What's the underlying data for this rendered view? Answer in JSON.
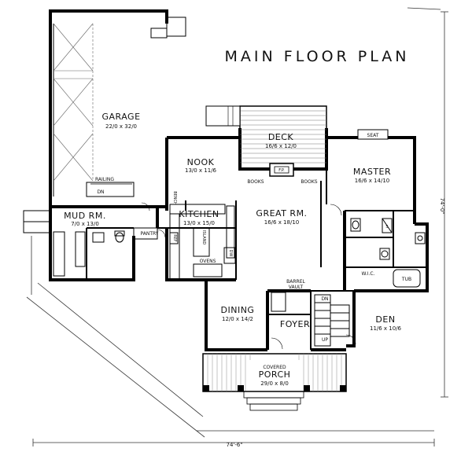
{
  "title": "MAIN FLOOR PLAN",
  "rooms": {
    "garage": {
      "name": "GARAGE",
      "dims": "22/0 x 32/0"
    },
    "deck": {
      "name": "DECK",
      "dims": "16/6 x 12/0"
    },
    "nook": {
      "name": "NOOK",
      "dims": "13/0 x 11/6"
    },
    "master": {
      "name": "MASTER",
      "dims": "16/6 x 14/10"
    },
    "mud": {
      "name": "MUD RM.",
      "dims": "7/0 x 13/0"
    },
    "kitchen": {
      "name": "KITCHEN",
      "dims": "13/0 x 15/0"
    },
    "great": {
      "name": "GREAT RM.",
      "dims": "16/6 x 18/10"
    },
    "dining": {
      "name": "DINING",
      "dims": "12/0 x 14/2"
    },
    "foyer": {
      "name": "FOYER"
    },
    "den": {
      "name": "DEN",
      "dims": "11/6 x 10/6"
    },
    "porch": {
      "line1": "COVERED",
      "line2": "PORCH",
      "dims": "29/0 x 8/0"
    }
  },
  "labels": {
    "seat": "SEAT",
    "fp": "F.P.",
    "books_left": "BOOKS",
    "books_right": "BOOKS",
    "railing": "RAILING",
    "dn_garage": "DN",
    "dn_foyer": "DN",
    "up_foyer": "UP",
    "pantry": "PANTRY",
    "island": "ISLAND",
    "ovens": "OVENS",
    "barrel_line1": "BARREL",
    "barrel_line2": "VAULT",
    "wic": "W.I.C.",
    "tub": "TUB",
    "bench": "BENCH",
    "ref": "REF",
    "dw": "DW",
    "s": "S"
  },
  "dimensions": {
    "overall_width": "74'-6\"",
    "overall_depth": "74'-0\""
  }
}
